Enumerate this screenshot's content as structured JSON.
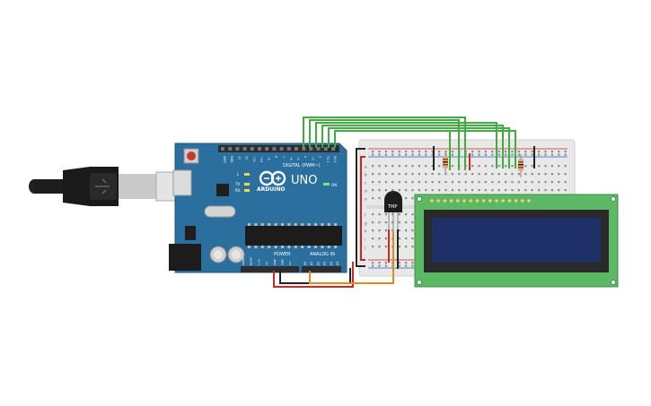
{
  "board": {
    "brand": "ARDUINO",
    "model": "UNO",
    "digital_label": "DIGITAL (PWM~)",
    "power_label": "POWER",
    "analog_label": "ANALOG IN",
    "on_led_label": "ON",
    "tx_label": "TX",
    "rx_label": "RX",
    "l_label": "L",
    "digital_pins": [
      "AREF",
      "GND",
      "13",
      "12",
      "~11",
      "~10",
      "~9",
      "8",
      "7",
      "~6",
      "~5",
      "4",
      "~3",
      "2",
      "TX 1",
      "RX 0"
    ],
    "power_pins": [
      "IOREF",
      "RESET",
      "3.3V",
      "5V",
      "GND",
      "GND",
      "Vin"
    ],
    "analog_pins": [
      "A0",
      "A1",
      "A2",
      "A3",
      "A4",
      "A5"
    ]
  },
  "sensor": {
    "label": "TMP"
  },
  "breadboard": {
    "row_letters": [
      "a",
      "b",
      "c",
      "d",
      "e",
      "f",
      "g",
      "h",
      "i",
      "j"
    ]
  },
  "colors": {
    "board": "#2a6f9e",
    "breadboard": "#e8e8e8",
    "lcd_pcb": "#5cb865",
    "lcd_screen": "#1f2f67",
    "wire_green": "#3fae3f",
    "wire_red": "#d4261f",
    "wire_black": "#222222",
    "wire_orange": "#e58a16"
  }
}
